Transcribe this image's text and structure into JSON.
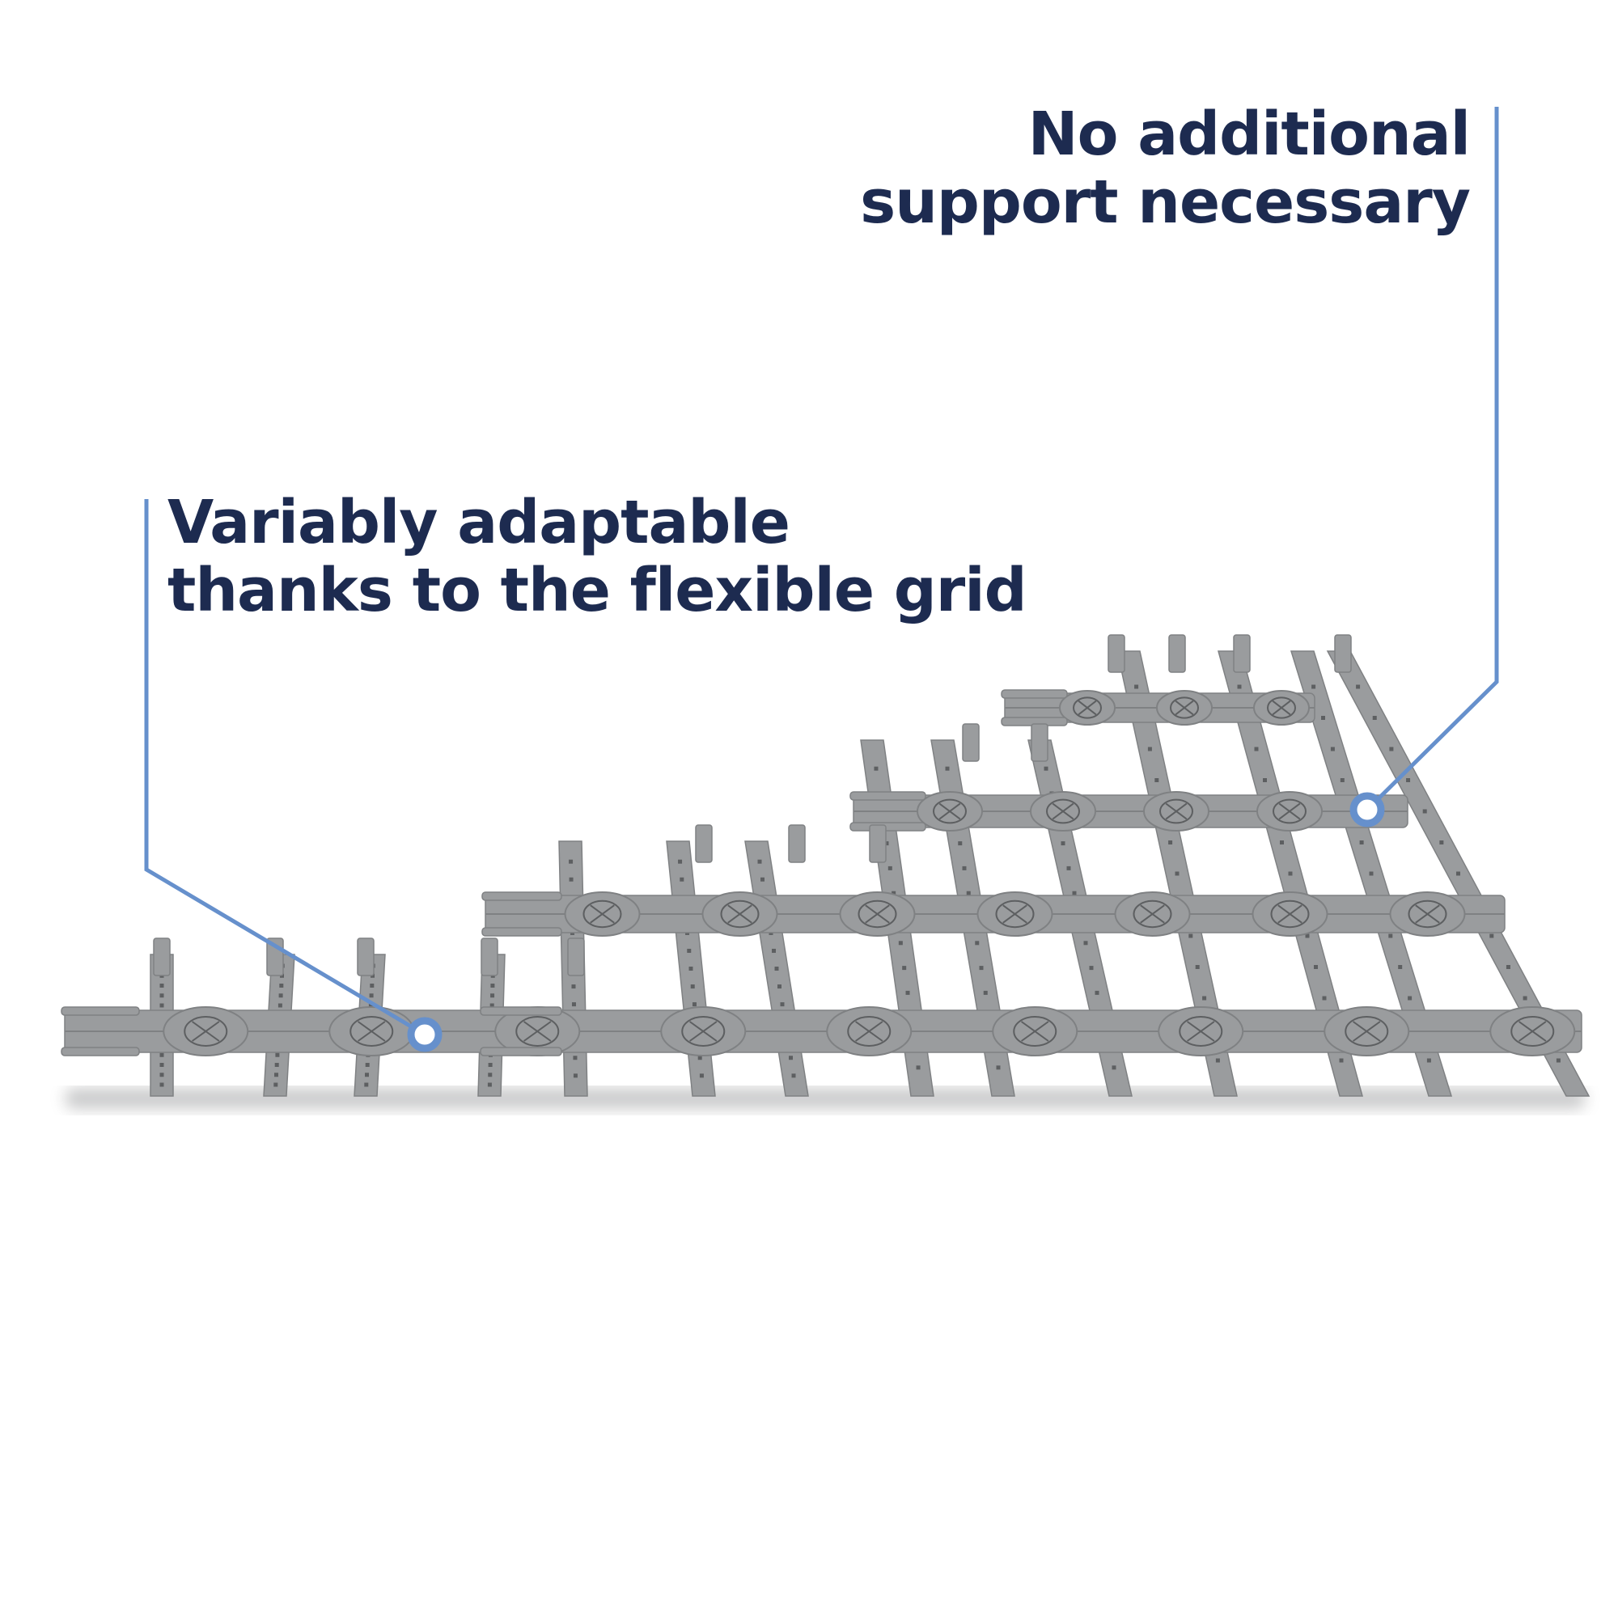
{
  "colors": {
    "background": "#ffffff",
    "text": "#1d2b50",
    "leader_line": "#6690cc",
    "grid_plastic": "#9a9c9e",
    "grid_edge": "#7f8183",
    "grid_hole": "#5d5f61"
  },
  "callouts": [
    {
      "line1": "No additional",
      "line2": "support necessary"
    },
    {
      "line1": "Variably adaptable",
      "line2": "thanks to the flexible grid"
    }
  ],
  "icons": {
    "callout_marker": "circle-marker-icon"
  }
}
